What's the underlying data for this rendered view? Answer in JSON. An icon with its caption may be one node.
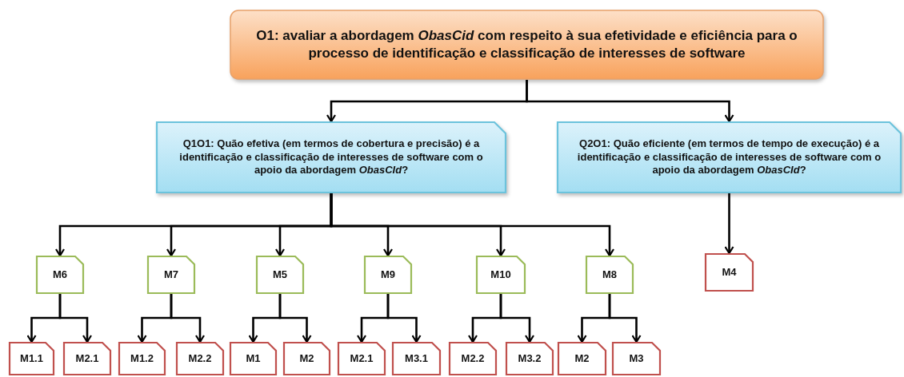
{
  "diagram": {
    "nodes": [
      {
        "text": [
          "O1: avaliar a abordagem *ObasCid* com respeito à sua efetividade e eficiência para o processo de identificação e classificação de interesses de software"
        ]
      },
      {
        "text": [
          "Q1O1: Quão efetiva (em termos de cobertura e precisão) é a identificação e classificação de interesses de software com o apoio da abordagem *ObasCId*?"
        ]
      },
      {
        "text": [
          "Q2O1: Quão eficiente (em termos de tempo de execução) é a identificação e classificação de interesses de software com o apoio da abordagem *ObasCId*?"
        ]
      },
      {
        "text": [
          "M6"
        ]
      },
      {
        "text": [
          "M7"
        ]
      },
      {
        "text": [
          "M5"
        ]
      },
      {
        "text": [
          "M9"
        ]
      },
      {
        "text": [
          "M10"
        ]
      },
      {
        "text": [
          "M8"
        ]
      },
      {
        "text": [
          "M4"
        ]
      },
      {
        "text": [
          "M1.1"
        ]
      },
      {
        "text": [
          "M2.1"
        ]
      },
      {
        "text": [
          "M1.2"
        ]
      },
      {
        "text": [
          "M2.2"
        ]
      },
      {
        "text": [
          "M1"
        ]
      },
      {
        "text": [
          "M2"
        ]
      },
      {
        "text": [
          "M2.1"
        ]
      },
      {
        "text": [
          "M3.1"
        ]
      },
      {
        "text": [
          "M2.2"
        ]
      },
      {
        "text": [
          "M3.2"
        ]
      },
      {
        "text": [
          "M2"
        ]
      },
      {
        "text": [
          "M3"
        ]
      }
    ],
    "edges": [
      {
        "from": 0,
        "to": 1,
        "arrow": "to"
      },
      {
        "from": 0,
        "to": 2,
        "arrow": "to"
      },
      {
        "from": 1,
        "to": 3,
        "arrow": "to"
      },
      {
        "from": 1,
        "to": 4,
        "arrow": "to"
      },
      {
        "from": 1,
        "to": 5,
        "arrow": "to"
      },
      {
        "from": 1,
        "to": 6,
        "arrow": "to"
      },
      {
        "from": 1,
        "to": 7,
        "arrow": "to"
      },
      {
        "from": 1,
        "to": 8,
        "arrow": "to"
      },
      {
        "from": 2,
        "to": 9,
        "arrow": "to"
      },
      {
        "from": 3,
        "to": 10,
        "arrow": "to"
      },
      {
        "from": 3,
        "to": 11,
        "arrow": "to"
      },
      {
        "from": 4,
        "to": 12,
        "arrow": "to"
      },
      {
        "from": 4,
        "to": 13,
        "arrow": "to"
      },
      {
        "from": 5,
        "to": 14,
        "arrow": "to"
      },
      {
        "from": 5,
        "to": 15,
        "arrow": "to"
      },
      {
        "from": 6,
        "to": 16,
        "arrow": "to"
      },
      {
        "from": 6,
        "to": 17,
        "arrow": "to"
      },
      {
        "from": 7,
        "to": 18,
        "arrow": "to"
      },
      {
        "from": 7,
        "to": 19,
        "arrow": "to"
      },
      {
        "from": 8,
        "to": 20,
        "arrow": "to"
      },
      {
        "from": 8,
        "to": 21,
        "arrow": "to"
      }
    ]
  }
}
